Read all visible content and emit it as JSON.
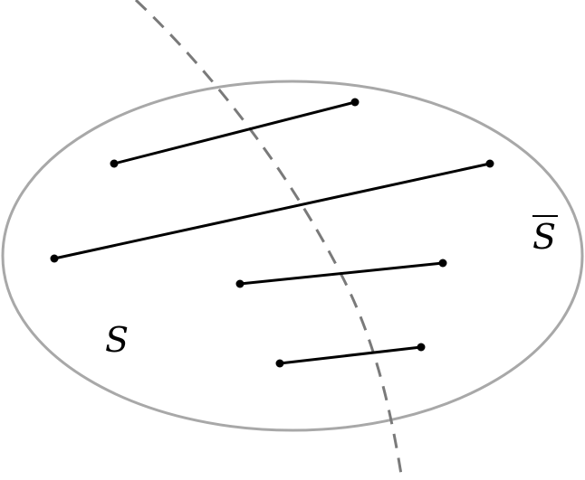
{
  "labels": {
    "set": "S",
    "complement": "S"
  },
  "colors": {
    "ellipse_stroke": "#a8a8a8",
    "cut_line": "#7a7a7a",
    "edge": "#000000",
    "ink": "#000000"
  },
  "edges": [
    {
      "name": "edge-1"
    },
    {
      "name": "edge-2"
    },
    {
      "name": "edge-3"
    },
    {
      "name": "edge-4"
    }
  ]
}
